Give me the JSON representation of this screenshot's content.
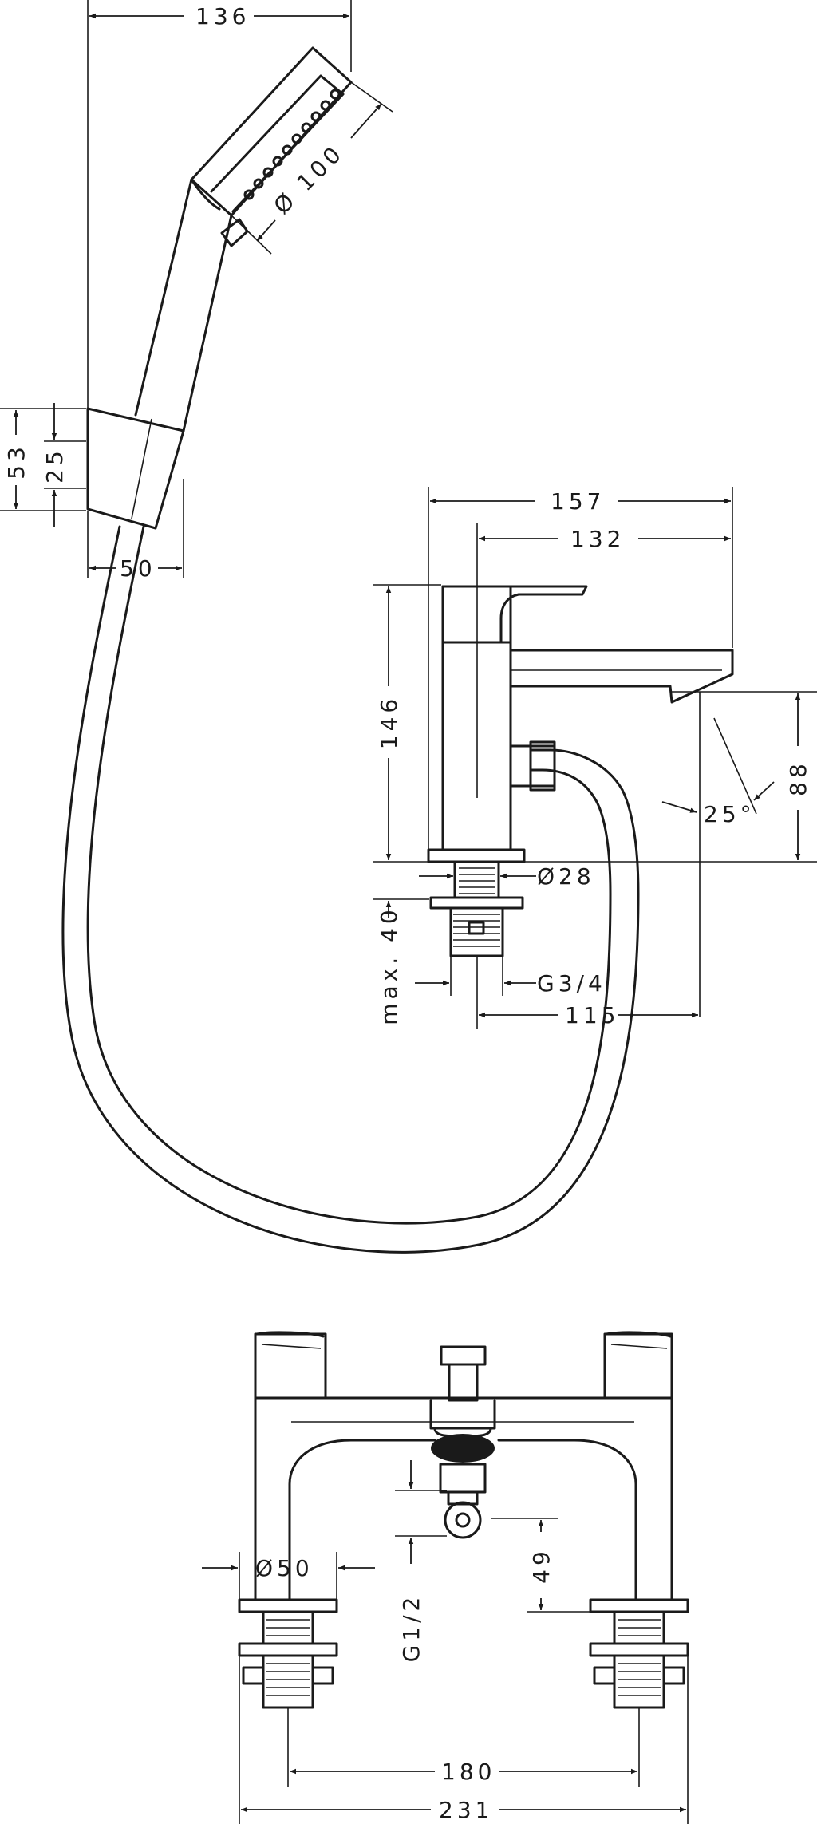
{
  "dimensions": {
    "d136": "136",
    "d100": "Ø 100",
    "d53": "53",
    "d25": "25",
    "d50_top": "50",
    "d157": "157",
    "d132": "132",
    "d146": "146",
    "d88": "88",
    "d25deg": "25°",
    "d28": "Ø28",
    "dmax40": "max. 40",
    "dg34": "G3/4",
    "d115": "115",
    "d50_bottom": "Ø50",
    "d49": "49",
    "dg12": "G1/2",
    "d180": "180",
    "d231": "231"
  }
}
